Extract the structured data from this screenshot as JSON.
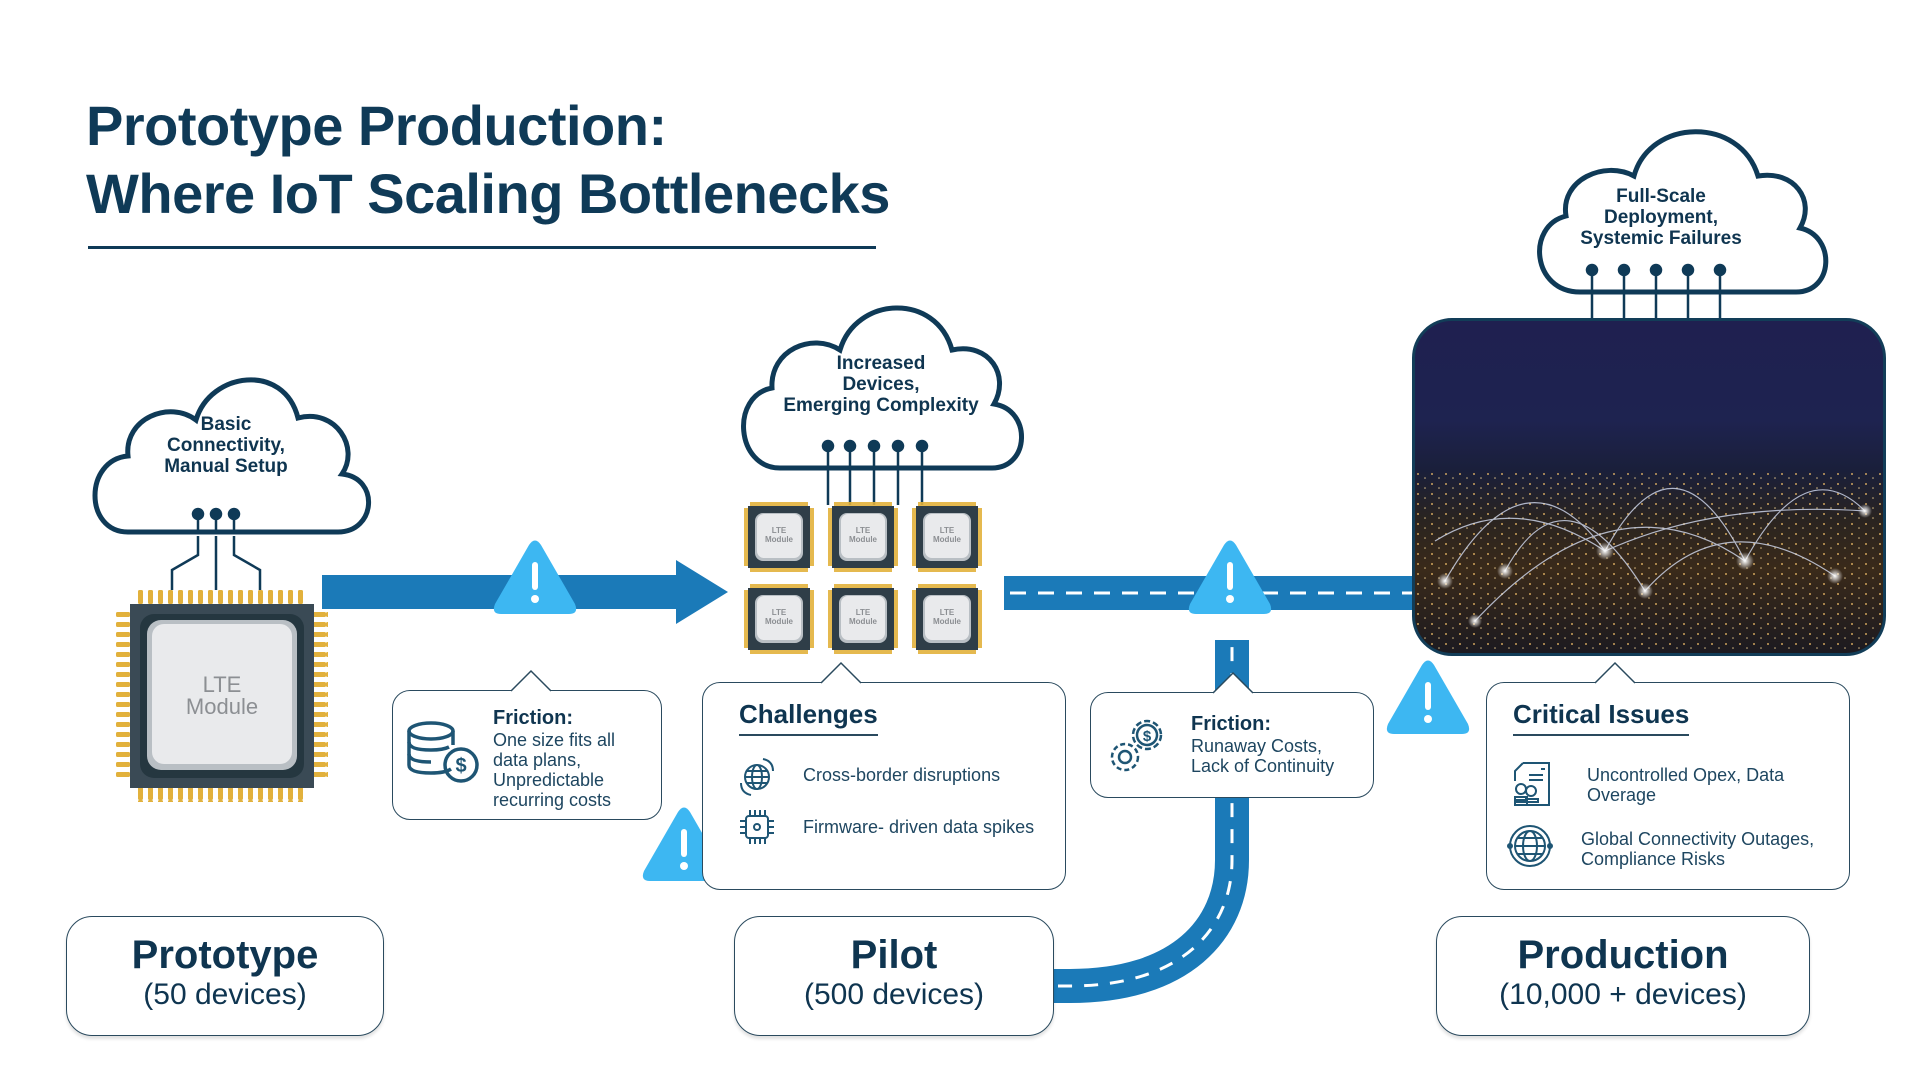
{
  "title": {
    "line1": "Prototype Production:",
    "line2": "Where IoT Scaling Bottlenecks"
  },
  "stages": [
    {
      "name": "Prototype",
      "count": "(50 devices)",
      "cloud": [
        "Basic",
        "Connectivity,",
        "Manual Setup"
      ],
      "module_label": [
        "LTE",
        "Module"
      ],
      "module_count": 1
    },
    {
      "name": "Pilot",
      "count": "(500 devices)",
      "cloud": [
        "Increased",
        "Devices,",
        "Emerging Complexity"
      ],
      "module_label": [
        "LTE",
        "Module"
      ],
      "module_count": 6
    },
    {
      "name": "Production",
      "count": "(10,000 + devices)",
      "cloud": [
        "Full-Scale",
        "Deployment,",
        "Systemic Failures"
      ],
      "image": "night-city-network-photo"
    }
  ],
  "friction1": {
    "head": "Friction:",
    "body": [
      "One size fits all",
      "data plans,",
      "Unpredictable",
      "recurring costs"
    ],
    "icon": "coins-dollar-icon"
  },
  "challenges": {
    "title": "Challenges",
    "items": [
      {
        "icon": "globe-exchange-icon",
        "text": "Cross-border disruptions"
      },
      {
        "icon": "chip-icon",
        "text": "Firmware- driven data spikes"
      }
    ]
  },
  "friction2": {
    "head": "Friction:",
    "body": [
      "Runaway Costs,",
      "Lack of Continuity"
    ],
    "icon": "gears-dollar-icon"
  },
  "critical": {
    "title": "Critical Issues",
    "items": [
      {
        "icon": "invoice-coins-icon",
        "text": [
          "Uncontrolled Opex, Data",
          "Overage"
        ]
      },
      {
        "icon": "globe-network-icon",
        "text": [
          "Global Connectivity Outages,",
          "Compliance Risks"
        ]
      }
    ]
  },
  "colors": {
    "navy": "#0f3a57",
    "arrow_blue": "#1b7ab8",
    "warning_blue": "#3db7f2",
    "gold": "#e2b13c"
  }
}
